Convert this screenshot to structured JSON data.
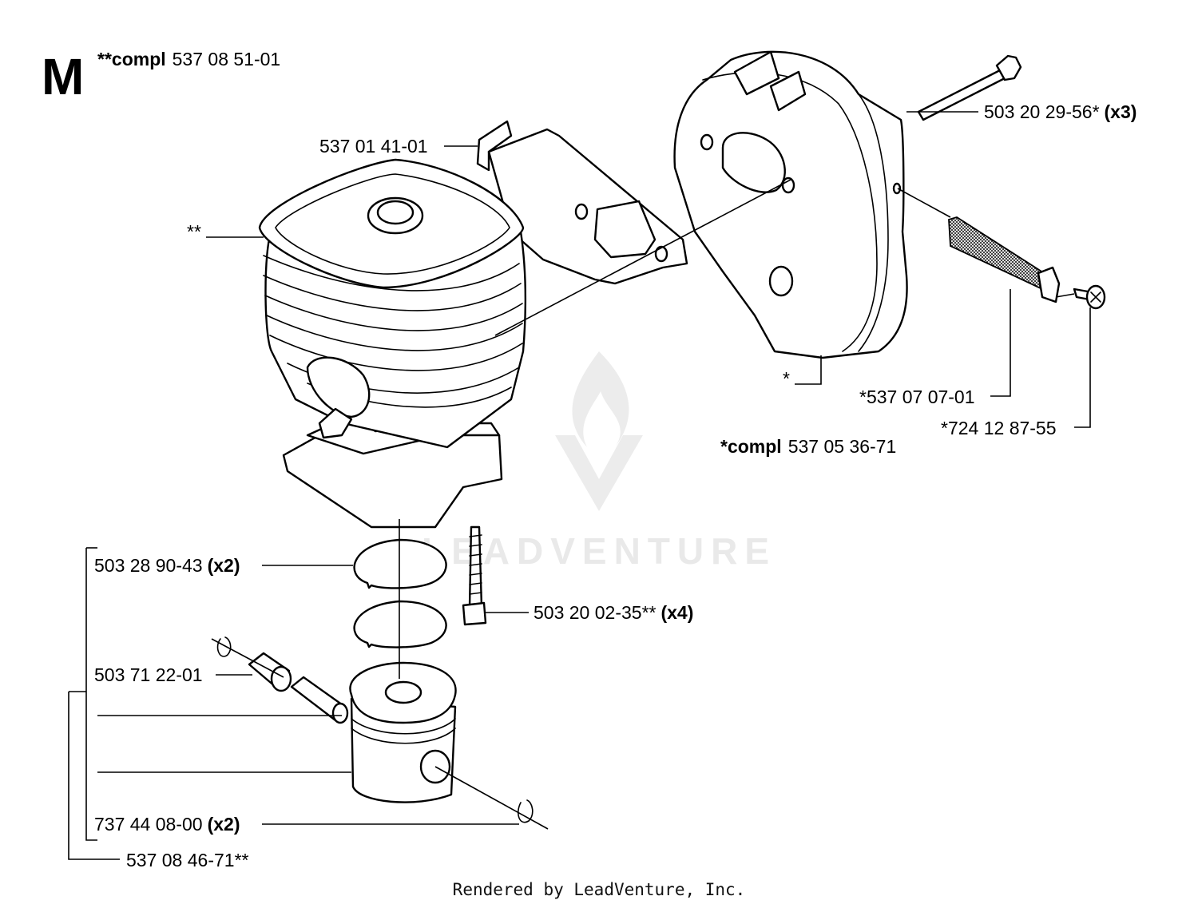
{
  "section_letter": "M",
  "top_assembly": {
    "prefix": "**compl",
    "number": "537 08 51-01"
  },
  "muffler_assembly": {
    "prefix": "*compl",
    "number": "537 05 36-71"
  },
  "watermark": "LEADVENTURE",
  "footer": "Rendered by LeadVenture, Inc.",
  "labels": {
    "bracket": "537 01 41-01",
    "cylinder": "**",
    "bolt_muffler": {
      "number": "503 20 29-56*",
      "qty": "(x3)"
    },
    "muffler": "*",
    "spark_screen": "*537 07 07-01",
    "screw": "*724 12 87-55",
    "piston_ring": {
      "number": "503 28 90-43",
      "qty": "(x2)"
    },
    "cyl_bolt": {
      "number": "503 20 02-35**",
      "qty": "(x4)"
    },
    "needle_bearing": "503 71 22-01",
    "circlip": {
      "number": "737 44 08-00",
      "qty": "(x2)"
    },
    "piston_kit": "537 08 46-71**"
  }
}
